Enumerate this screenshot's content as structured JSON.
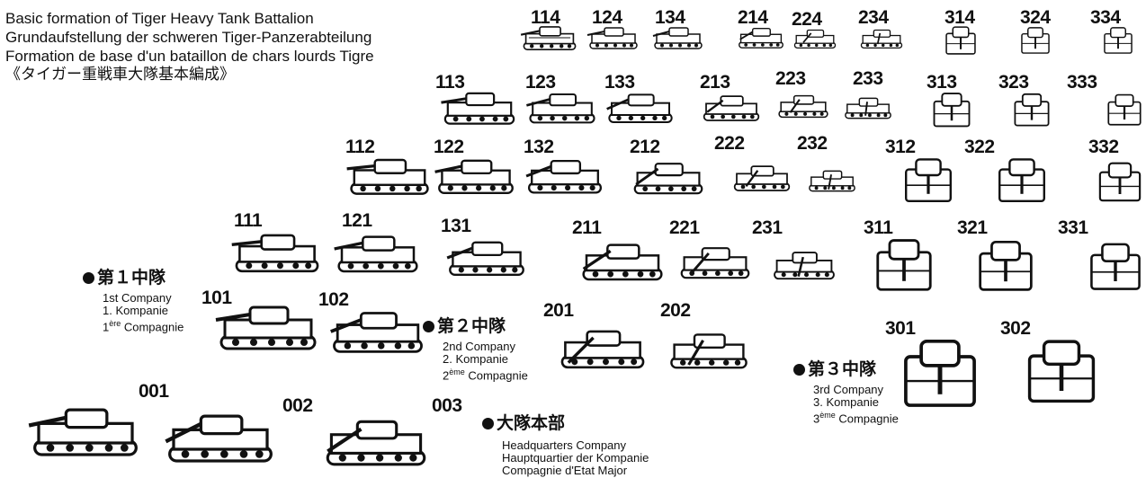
{
  "titles": {
    "en": "Basic formation of Tiger Heavy Tank Battalion",
    "de": "Grundaufstellung der schweren Tiger-Panzerabteilung",
    "fr": "Formation de base d'un bataillon de chars lourds Tigre",
    "jp": "《タイガー重戦車大隊基本編成》"
  },
  "companies": {
    "c1": {
      "jp": "第１中隊",
      "en": "1st Company",
      "de": "1. Kompanie",
      "fr_prefix": "1",
      "fr_sup": "ère",
      "fr_rest": " Compagnie"
    },
    "c2": {
      "jp": "第２中隊",
      "en": "2nd Company",
      "de": "2. Kompanie",
      "fr_prefix": "2",
      "fr_sup": "ème",
      "fr_rest": " Compagnie"
    },
    "c3": {
      "jp": "第３中隊",
      "en": "3rd Company",
      "de": "3. Kompanie",
      "fr_prefix": "3",
      "fr_sup": "ème",
      "fr_rest": " Compagnie"
    },
    "hq": {
      "jp": "大隊本部",
      "en": "Headquarters Company",
      "de": "Hauptquartier der Kompanie",
      "fr": "Compagnie d'Etat Major"
    }
  },
  "tanks": {
    "t114": "114",
    "t124": "124",
    "t134": "134",
    "t214": "214",
    "t224": "224",
    "t234": "234",
    "t314": "314",
    "t324": "324",
    "t334": "334",
    "t113": "113",
    "t123": "123",
    "t133": "133",
    "t213": "213",
    "t223": "223",
    "t233": "233",
    "t313": "313",
    "t323": "323",
    "t333": "333",
    "t112": "112",
    "t122": "122",
    "t132": "132",
    "t212": "212",
    "t222": "222",
    "t232": "232",
    "t312": "312",
    "t322": "322",
    "t332": "332",
    "t111": "111",
    "t121": "121",
    "t131": "131",
    "t211": "211",
    "t221": "221",
    "t231": "231",
    "t311": "311",
    "t321": "321",
    "t331": "331",
    "t101": "101",
    "t102": "102",
    "t201": "201",
    "t202": "202",
    "t301": "301",
    "t302": "302",
    "t001": "001",
    "t002": "002",
    "t003": "003"
  },
  "colors": {
    "ink": "#111111",
    "background": "#ffffff"
  }
}
